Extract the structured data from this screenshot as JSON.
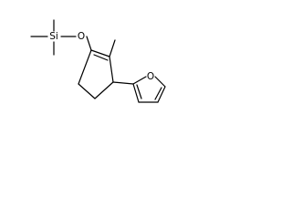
{
  "molecule": {
    "atoms": {
      "silicon": "Si",
      "ether_oxygen": "O",
      "furan_oxygen": "O"
    },
    "colors": {
      "bond": "#000000",
      "text": "#000000",
      "background": "#ffffff"
    }
  }
}
